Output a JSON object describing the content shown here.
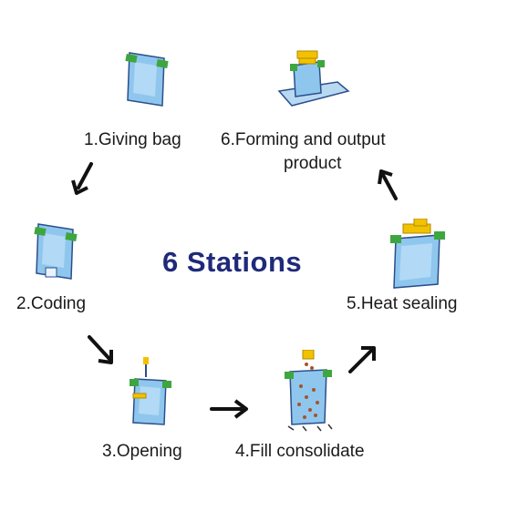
{
  "title": "6 Stations",
  "title_color": "#1f2a7a",
  "stations": [
    {
      "label": "1.Giving bag"
    },
    {
      "label": "2.Coding"
    },
    {
      "label": "3.Opening"
    },
    {
      "label": "4.Fill consolidate"
    },
    {
      "label": "5.Heat sealing"
    },
    {
      "label_line1": "6.Forming and output",
      "label_line2": "product"
    }
  ],
  "colors": {
    "bag_blue": "#8fc6ee",
    "bag_outline": "#2a4f8a",
    "clip_green": "#3ea63e",
    "sealer_yellow": "#f2c200",
    "arrow": "#111111"
  }
}
